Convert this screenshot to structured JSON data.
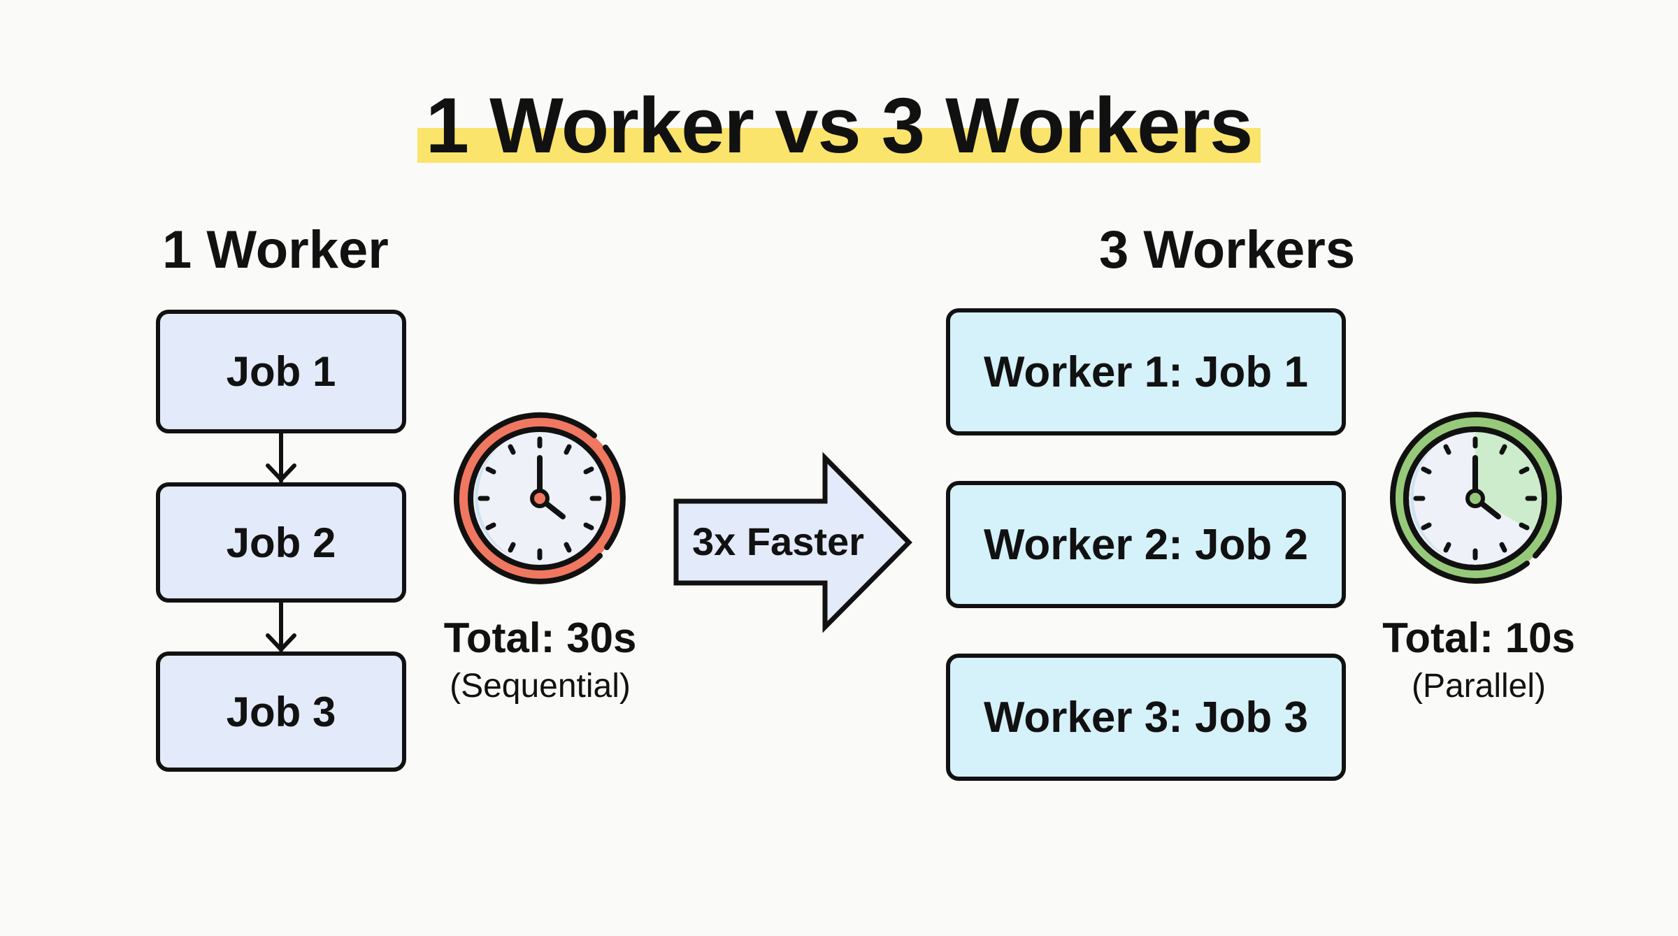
{
  "title": "1 Worker vs 3 Workers",
  "colors": {
    "background": "#fafaf8",
    "title_highlight": "#fbe46c",
    "job_box_fill": "#e3eaf9",
    "worker_box_fill": "#d5f1fa",
    "arrow_fill": "#e3eaf9",
    "sequential_clock_ring": "#f07860",
    "parallel_clock_ring": "#97c97a",
    "parallel_clock_elapsed": "#cdeccb",
    "outline": "#111111"
  },
  "left": {
    "heading": "1 Worker",
    "jobs": [
      "Job 1",
      "Job 2",
      "Job 3"
    ],
    "clock_icon": "clock-icon-red",
    "total": "Total: 30s",
    "mode": "(Sequential)"
  },
  "center": {
    "arrow_label": "3x Faster"
  },
  "right": {
    "heading": "3 Workers",
    "workers": [
      "Worker 1: Job 1",
      "Worker 2: Job 2",
      "Worker 3: Job 3"
    ],
    "clock_icon": "clock-icon-green",
    "total": "Total: 10s",
    "mode": "(Parallel)"
  }
}
